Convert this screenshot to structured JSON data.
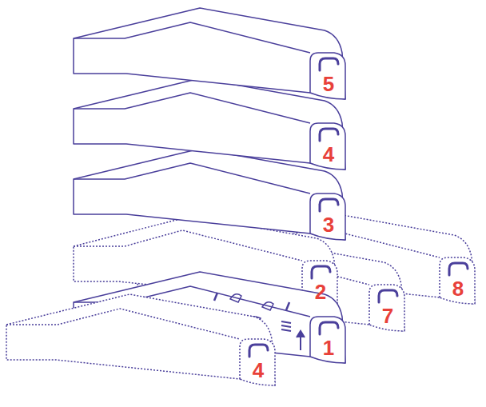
{
  "diagram": {
    "labels": [
      "5",
      "4",
      "3",
      "2",
      "8",
      "7",
      "1",
      "4"
    ]
  }
}
